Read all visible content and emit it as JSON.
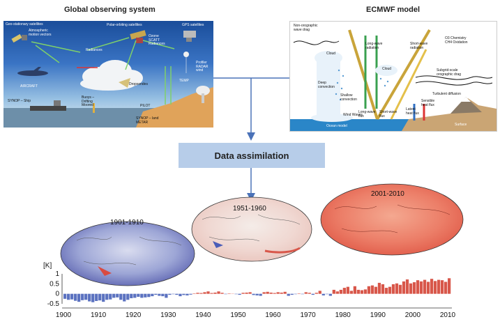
{
  "headers": {
    "left": "Global observing system",
    "right": "ECMWF model"
  },
  "center_box": "Data assimilation",
  "observing_labels": {
    "geo": "Geo-stationary satellites",
    "amv": "Atmospheric\nmotion vectors",
    "polar": "Polar-orbiting satellites",
    "gps": "GPS satellites",
    "ozone": "Ozone\nSCATT\nRadiances",
    "radiances": "Radiances",
    "aircraft": "AIRCRAFT",
    "dropsondes": "Dropsondes",
    "profiler": "Profiler\nRADAR\nwind",
    "temp": "TEMP",
    "buoys": "Buoys –\nDrifting\nMoored",
    "pilot": "PILOT",
    "synop_ship": "SYNOP – Ship",
    "synop_land": "SYNOP – land\nMETAR"
  },
  "model_labels": {
    "nonoro": "Non-orographic\nwave drag",
    "cloud1": "Cloud",
    "lw_rad": "Long-wave\nradiation",
    "sw_rad": "Short-wave\nradiation",
    "chem": "O3 Chemistry\nCH4 Oxidation",
    "cloud2": "Cloud",
    "subgrid": "Subgrid-scale\norographic drag",
    "deep": "Deep\nconvection",
    "shallow": "Shallow\nconvection",
    "turb": "Turbulent diffusion",
    "wind_waves": "Wind Waves",
    "lw_flux": "Long-wave\nflux",
    "sw_flux": "Short-wave\nflux",
    "latent": "Latent\nheat flux",
    "sensible": "Sensible\nheat flux",
    "ocean": "Ocean model",
    "surface": "Surface"
  },
  "globe_titles": [
    "1901-1910",
    "1951-1960",
    "2001-2010"
  ],
  "colors": {
    "box": "#b7cde9",
    "arrow": "#4a72b8",
    "warm": "#d8574a",
    "cool": "#5b72c0"
  },
  "chart_data": {
    "type": "bar",
    "ylabel": "[K]",
    "ylim": [
      -0.5,
      1
    ],
    "yticks": [
      "1",
      "0.5",
      "0",
      "-0.5"
    ],
    "xticks": [
      "1900",
      "1910",
      "1920",
      "1930",
      "1940",
      "1950",
      "1960",
      "1970",
      "1980",
      "1990",
      "2000",
      "2010"
    ],
    "x_start": 1900,
    "values": [
      -0.25,
      -0.3,
      -0.28,
      -0.35,
      -0.4,
      -0.32,
      -0.3,
      -0.38,
      -0.42,
      -0.36,
      -0.33,
      -0.4,
      -0.3,
      -0.28,
      -0.2,
      -0.18,
      -0.3,
      -0.38,
      -0.3,
      -0.22,
      -0.2,
      -0.15,
      -0.2,
      -0.18,
      -0.16,
      -0.12,
      -0.05,
      -0.1,
      -0.12,
      -0.2,
      -0.05,
      -0.02,
      -0.05,
      -0.12,
      -0.06,
      -0.08,
      -0.04,
      0.02,
      0.05,
      0.04,
      0.08,
      0.12,
      0.04,
      0.06,
      0.12,
      0.05,
      -0.02,
      0.02,
      0.01,
      -0.02,
      -0.05,
      0.05,
      0.06,
      0.08,
      -0.06,
      -0.08,
      -0.1,
      0.08,
      0.1,
      0.06,
      0.04,
      0.08,
      0.06,
      0.1,
      -0.1,
      -0.05,
      -0.02,
      0.02,
      -0.02,
      0.08,
      0.05,
      -0.05,
      0.05,
      0.15,
      -0.08,
      -0.02,
      -0.1,
      0.2,
      0.12,
      0.2,
      0.3,
      0.35,
      0.15,
      0.38,
      0.2,
      0.18,
      0.22,
      0.38,
      0.42,
      0.35,
      0.55,
      0.48,
      0.3,
      0.35,
      0.48,
      0.52,
      0.45,
      0.62,
      0.72,
      0.52,
      0.58,
      0.68,
      0.62,
      0.7,
      0.6,
      0.75,
      0.64,
      0.7,
      0.68,
      0.6,
      0.78
    ]
  }
}
